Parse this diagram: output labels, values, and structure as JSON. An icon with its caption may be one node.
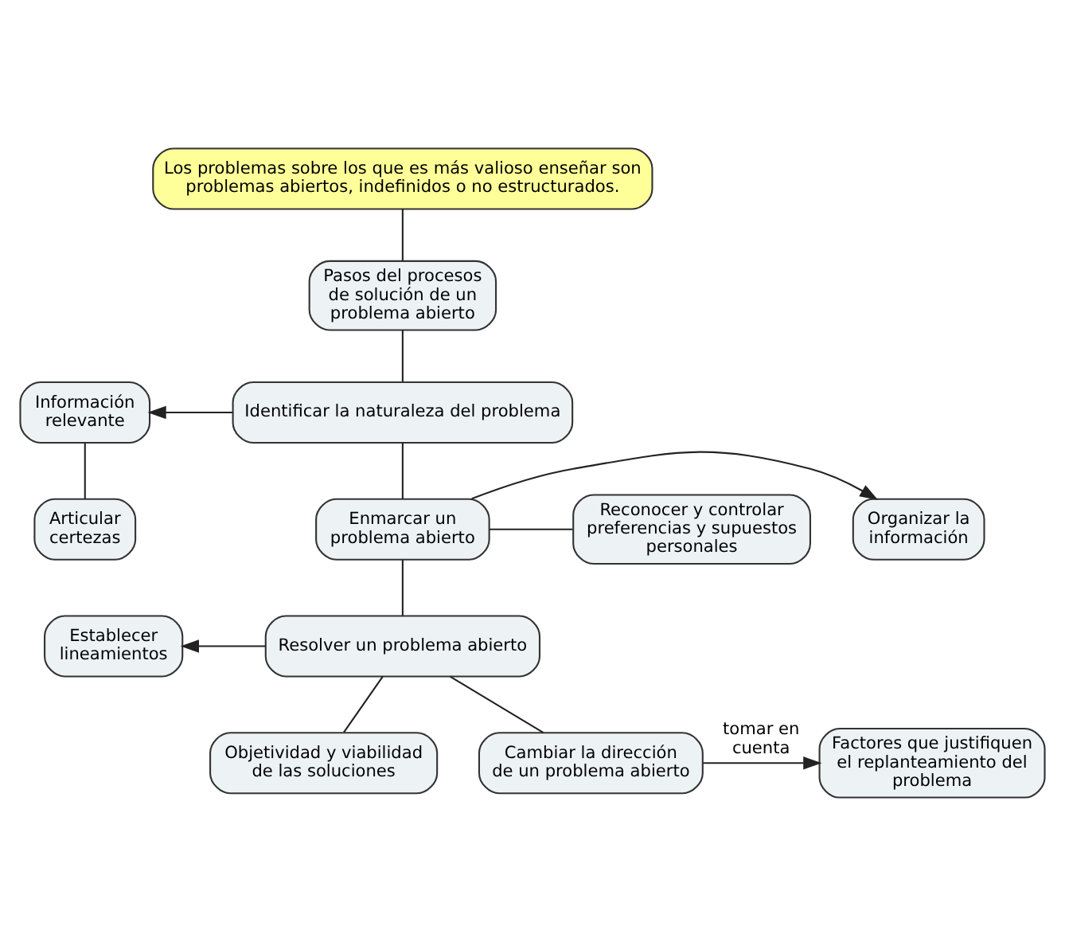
{
  "diagram": {
    "nodes": [
      {
        "text": [
          "Los problemas sobre los que es más valioso enseñar son problemas abiertos, indefinidos o no estructurados."
        ]
      },
      {
        "text": [
          "Pasos del procesos de solución de un problema abierto"
        ]
      },
      {
        "text": [
          "Información relevante"
        ]
      },
      {
        "text": [
          "Identificar la naturaleza del problema"
        ]
      },
      {
        "text": [
          "Organizar la información"
        ]
      },
      {
        "text": [
          "Articular certezas"
        ]
      },
      {
        "text": [
          "Enmarcar un problema abierto"
        ]
      },
      {
        "text": [
          "Reconocer y controlar preferencias y supuestos personales"
        ]
      },
      {
        "text": [
          "Establecer lineamientos"
        ]
      },
      {
        "text": [
          "Resolver un problema abierto"
        ]
      },
      {
        "text": [
          "Objetividad y viabilidad de las soluciones"
        ]
      },
      {
        "text": [
          "Cambiar la dirección de un problema abierto"
        ]
      },
      {
        "text": [
          "Factores que justifiquen el replanteamiento del problema"
        ]
      }
    ],
    "edges": [
      {
        "from": 0,
        "to": 1,
        "arrow": "none"
      },
      {
        "from": 1,
        "to": 3,
        "arrow": "none"
      },
      {
        "from": 3,
        "to": 2,
        "arrow": "to"
      },
      {
        "from": 2,
        "to": 5,
        "arrow": "none"
      },
      {
        "from": 3,
        "to": 6,
        "arrow": "none"
      },
      {
        "from": 6,
        "to": 4,
        "arrow": "to"
      },
      {
        "from": 6,
        "to": 7,
        "arrow": "none"
      },
      {
        "from": 6,
        "to": 9,
        "arrow": "none"
      },
      {
        "from": 9,
        "to": 8,
        "arrow": "to"
      },
      {
        "from": 9,
        "to": 10,
        "arrow": "none"
      },
      {
        "from": 9,
        "to": 11,
        "arrow": "none"
      },
      {
        "from": 11,
        "to": 12,
        "arrow": "to",
        "label": "tomar en cuenta"
      }
    ]
  }
}
